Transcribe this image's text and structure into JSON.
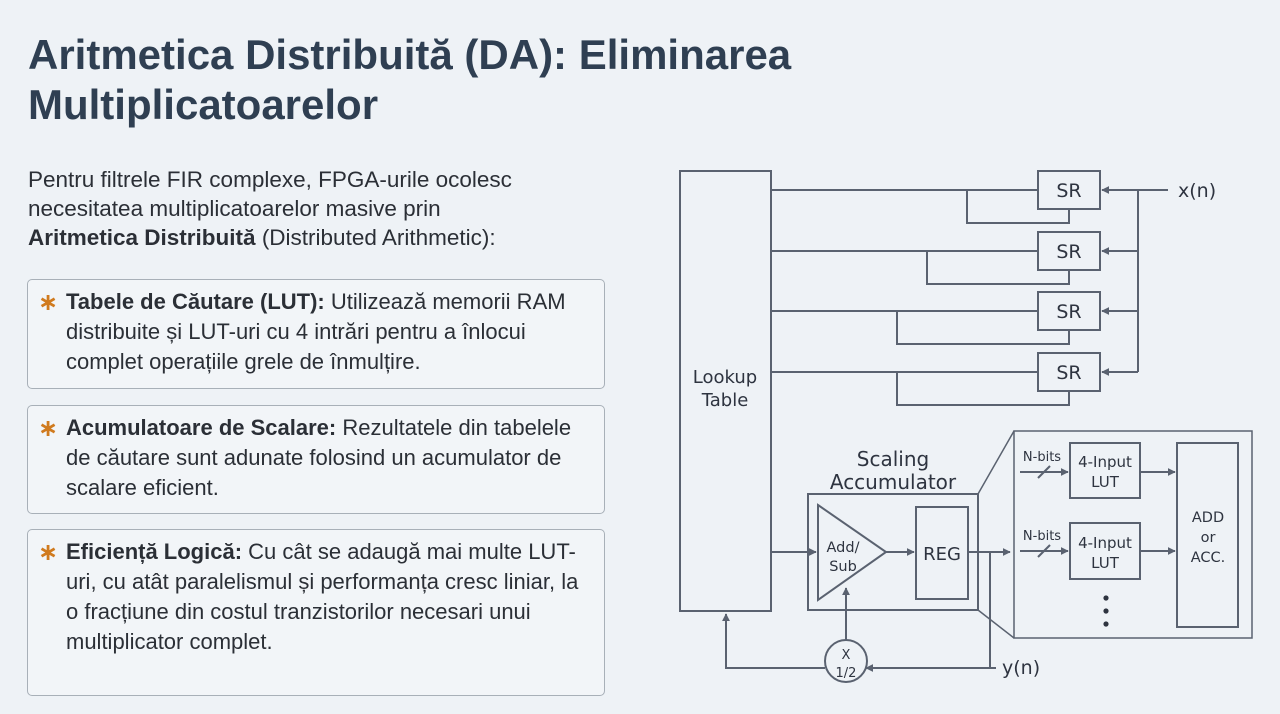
{
  "title": "Aritmetica Distribuită (DA): Eliminarea Multiplicatoarelor",
  "intro": {
    "line1": "Pentru filtrele FIR complexe, FPGA-urile ocolesc",
    "line2": "necesitatea multiplicatoarelor masive prin",
    "bold": "Aritmetica Distribuită",
    "rest": " (Distributed Arithmetic):"
  },
  "cards": [
    {
      "star": "∗",
      "bold": "Tabele de Căutare (LUT):",
      "text": " Utilizează memorii RAM distribuite și LUT-uri cu 4 intrări pentru a înlocui complet operațiile grele de înmulțire."
    },
    {
      "star": "∗",
      "bold": "Acumulatoare de Scalare:",
      "text": " Rezultatele din tabelele de căutare sunt adunate folosind un acumulator de scalare eficient."
    },
    {
      "star": "∗",
      "bold": "Eficiență Logică:",
      "text": " Cu cât se adaugă mai multe LUT-uri, cu atât paralelismul și performanța cresc liniar, la o fracțiune din costul tranzistorilor necesari unui multiplicator complet."
    }
  ],
  "diagram": {
    "lut_line1": "Lookup",
    "lut_line2": "Table",
    "sr_labels": [
      "SR",
      "SR",
      "SR",
      "SR"
    ],
    "input_label": "x(n)",
    "scaling_line1": "Scaling",
    "scaling_line2": "Accumulator",
    "addsub_line1": "Add/",
    "addsub_line2": "Sub",
    "reg_label": "REG",
    "half_line1": "X",
    "half_line2": "1/2",
    "output_label": "y(n)",
    "nbits_labels": [
      "N-bits",
      "N-bits"
    ],
    "lut4_labels": [
      {
        "line1": "4-Input",
        "line2": "LUT"
      },
      {
        "line1": "4-Input",
        "line2": "LUT"
      }
    ],
    "add_line1": "ADD",
    "add_line2": "or",
    "add_line3": "ACC."
  },
  "colors": {
    "background": "#eef2f6",
    "title": "#2f3f52",
    "accent": "#d07a1e",
    "diagram_stroke": "#5a6270"
  }
}
